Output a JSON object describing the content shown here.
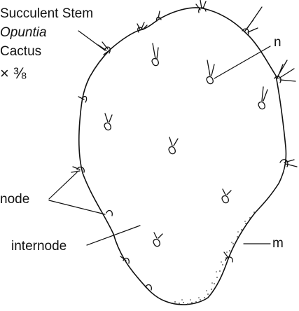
{
  "caption": {
    "line1": "Succulent Stem",
    "line2": "Opuntia",
    "line3": "Cactus",
    "line4": "× ⅜"
  },
  "labels": {
    "n": "n",
    "node": "node",
    "internode": "internode",
    "m": "m"
  },
  "colors": {
    "ink": "#111111",
    "background": "#ffffff"
  }
}
